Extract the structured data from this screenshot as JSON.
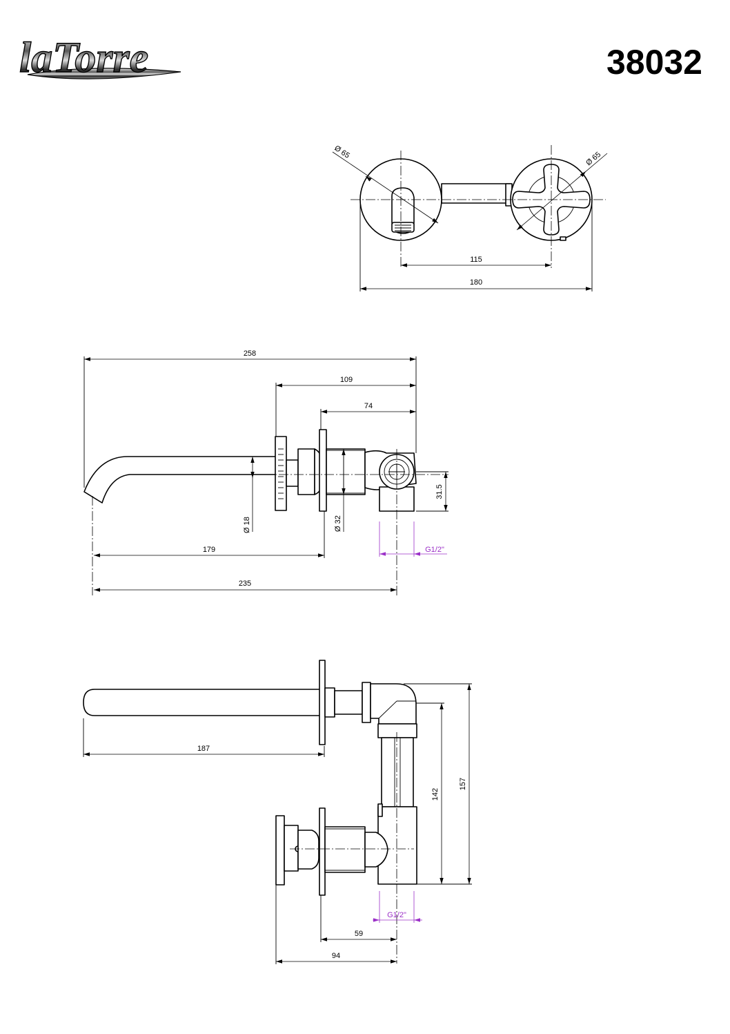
{
  "header": {
    "brand": "laTorre",
    "product_code": "38032"
  },
  "top_view": {
    "dia_left": "Ø 65",
    "dia_right": "Ø 65",
    "dim_115": "115",
    "dim_180": "180"
  },
  "side_view": {
    "dim_258": "258",
    "dim_109": "109",
    "dim_74": "74",
    "dim_31_5": "31.5",
    "dia_18": "Ø 18",
    "dia_32": "Ø 32",
    "thread": "G1/2\"",
    "dim_179": "179",
    "dim_235": "235"
  },
  "front_view": {
    "dim_187": "187",
    "dim_142": "142",
    "dim_157": "157",
    "thread": "G1/2\"",
    "dim_59": "59",
    "dim_94": "94"
  },
  "colors": {
    "line": "#000000",
    "thread_dimension": "#9b30c8"
  }
}
